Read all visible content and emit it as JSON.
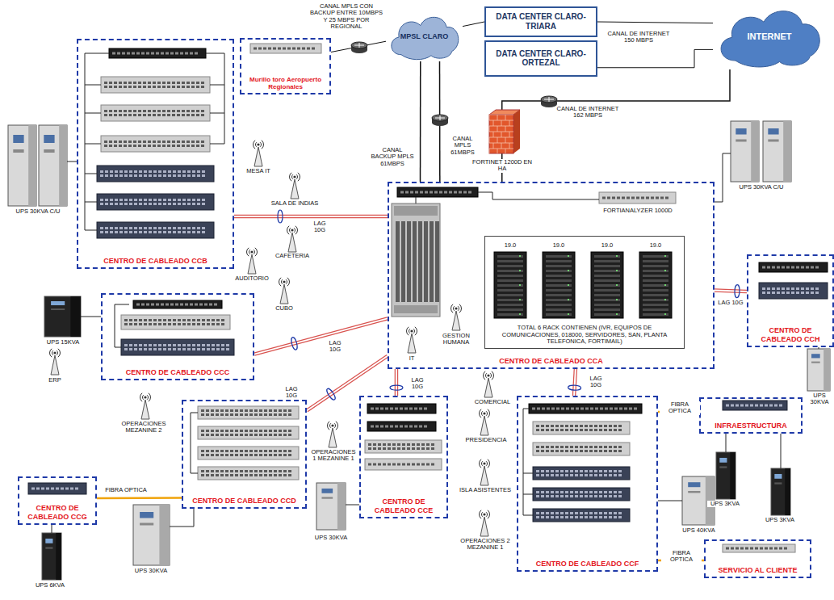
{
  "diagram": {
    "nodes": [
      {
        "text": [
          "Murillo toro Aeropuerto Regionales"
        ]
      },
      {
        "text": [
          "MPSL CLARO"
        ]
      },
      {
        "text": [
          "DATA CENTER CLARO-TRIARA"
        ]
      },
      {
        "text": [
          "DATA CENTER CLARO-ORTEZAL"
        ]
      },
      {
        "text": [
          "INTERNET"
        ]
      },
      {
        "text": [
          "CENTRO DE CABLEADO CCB"
        ]
      },
      {
        "text": [
          "CENTRO DE CABLEADO CCA"
        ]
      },
      {
        "text": [
          "TOTAL 6 RACK CONTIENEN (IVR, EQUIPOS DE COMUNICACIONES, 018000, SERVIDORES, SAN, PLANTA TELEFONICA, FORTIMAIL)"
        ],
        "in": 6
      },
      {
        "text": [
          "CENTRO DE CABLEADO CCC"
        ]
      },
      {
        "text": [
          "CENTRO DE CABLEADO CCH"
        ]
      },
      {
        "text": [
          "CENTRO DE CABLEADO CCG"
        ]
      },
      {
        "text": [
          "CENTRO DE CABLEADO CCD"
        ]
      },
      {
        "text": [
          "CENTRO DE CABLEADO CCE"
        ]
      },
      {
        "text": [
          "CENTRO DE CABLEADO CCF"
        ]
      },
      {
        "text": [
          "INFRAESTRUCTURA"
        ]
      },
      {
        "text": [
          "SERVICIO AL CLIENTE"
        ]
      }
    ],
    "edges": [
      {
        "from": 0,
        "to": 1,
        "arrow": "none"
      },
      {
        "from": 1,
        "to": 2,
        "arrow": "none"
      },
      {
        "from": 2,
        "to": 4,
        "arrow": "none"
      },
      {
        "from": 3,
        "to": 4,
        "arrow": "none"
      },
      {
        "from": 1,
        "to": 6,
        "arrow": "none"
      },
      {
        "from": 1,
        "to": 6,
        "arrow": "none"
      },
      {
        "from": 4,
        "to": 6,
        "arrow": "none"
      },
      {
        "from": 5,
        "to": 6,
        "arrow": "none"
      },
      {
        "from": 8,
        "to": 6,
        "arrow": "none"
      },
      {
        "from": 9,
        "to": 6,
        "arrow": "none"
      },
      {
        "from": 11,
        "to": 6,
        "arrow": "none"
      },
      {
        "from": 12,
        "to": 6,
        "arrow": "none"
      },
      {
        "from": 13,
        "to": 6,
        "arrow": "none"
      },
      {
        "from": 13,
        "to": 14,
        "arrow": "none"
      },
      {
        "from": 13,
        "to": 15,
        "arrow": "none"
      },
      {
        "from": 10,
        "to": 11,
        "arrow": "none"
      }
    ],
    "labels": [
      "CANAL MPLS CON BACKUP ENTRE 10MBPS Y 25 MBPS POR REGIONAL",
      "CANAL DE INTERNET 150 MBPS",
      "CANAL BACKUP MPLS 61MBPS",
      "CANAL MPLS 61MBPS",
      "CANAL DE INTERNET 162 MBPS",
      "FORTINET 1200D EN HA",
      "FORTIANALYZER 1000D",
      "UPS 30KVA C/U",
      "MESA IT",
      "SALA DE INDIAS",
      "CAFETERIA",
      "AUDITORIO",
      "UPS 15KVA",
      "ERP",
      "CUBO",
      "LAG 10G",
      "LAG 10G",
      "IT",
      "GESTION HUMANA",
      "19.0",
      "19.0",
      "19.0",
      "19.0",
      "LAG 10G",
      "UPS 30KVA C/U",
      "UPS 30KVA",
      "COMERCIAL",
      "PRESIDENCIA",
      "ISLA ASISTENTES",
      "OPERACIONES 2 MEZANINE 1",
      "LAG 10G",
      "UPS 40KVA",
      "FIBRA OPTICA",
      "FIBRA OPTICA",
      "UPS 3KVA",
      "UPS 3KVA",
      "OPERACIONES MEZANINE 2",
      "LAG 10G",
      "LAG 10G",
      "OPERACIONES 1 MEZANINE 1",
      "UPS 30KVA",
      "UPS 30KVA",
      "FIBRA OPTICA",
      "UPS 6KVA"
    ]
  }
}
